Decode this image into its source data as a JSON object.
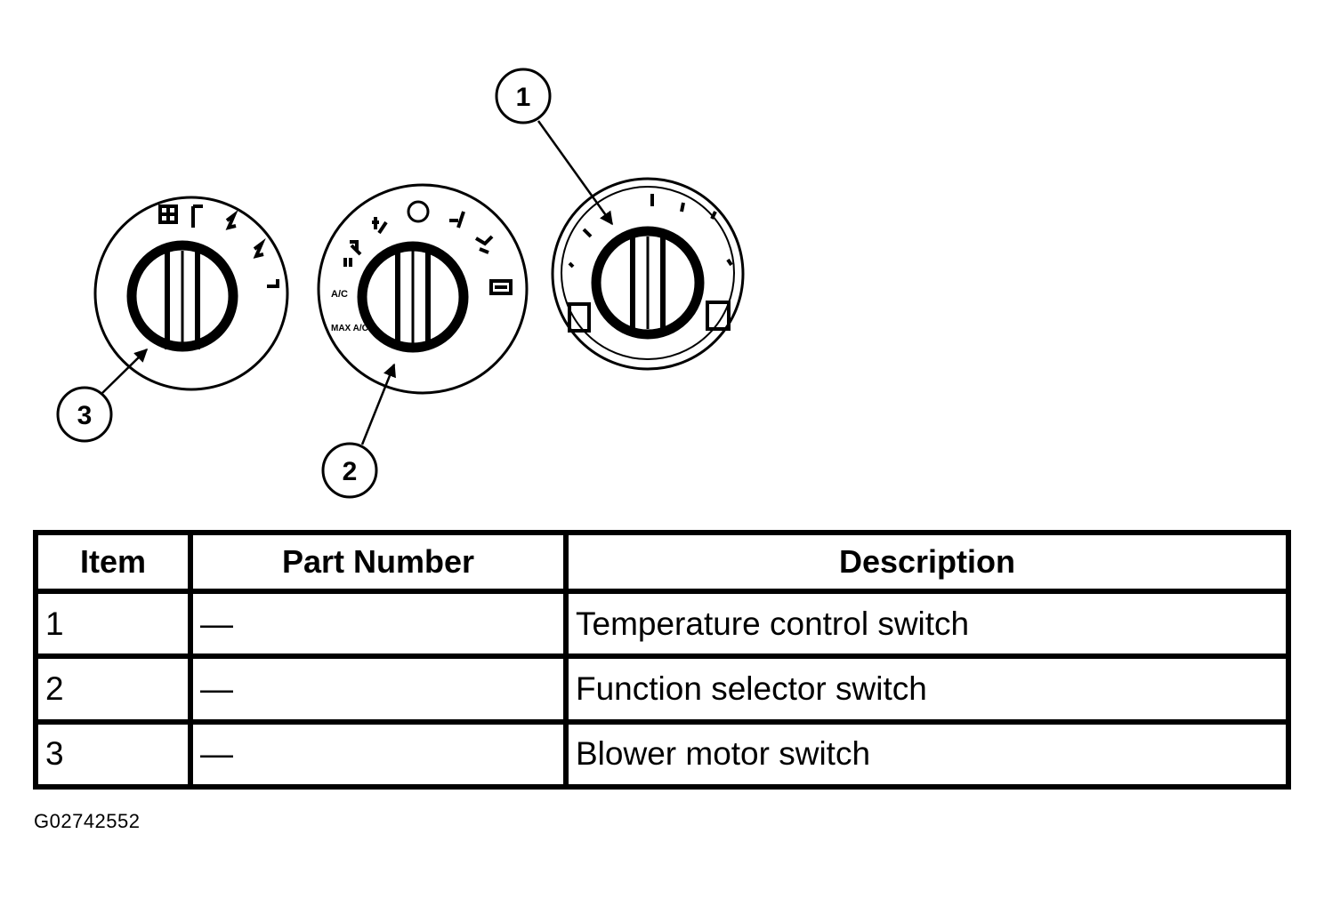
{
  "callouts": [
    "1",
    "2",
    "3"
  ],
  "function_dial": {
    "labels": [
      "A/C",
      "MAX A/C"
    ]
  },
  "table": {
    "headers": [
      "Item",
      "Part Number",
      "Description"
    ],
    "rows": [
      {
        "item": "1",
        "part_number": "—",
        "description": "Temperature control switch"
      },
      {
        "item": "2",
        "part_number": "—",
        "description": "Function selector switch"
      },
      {
        "item": "3",
        "part_number": "—",
        "description": "Blower motor switch"
      }
    ]
  },
  "figure_code": "G02742552"
}
